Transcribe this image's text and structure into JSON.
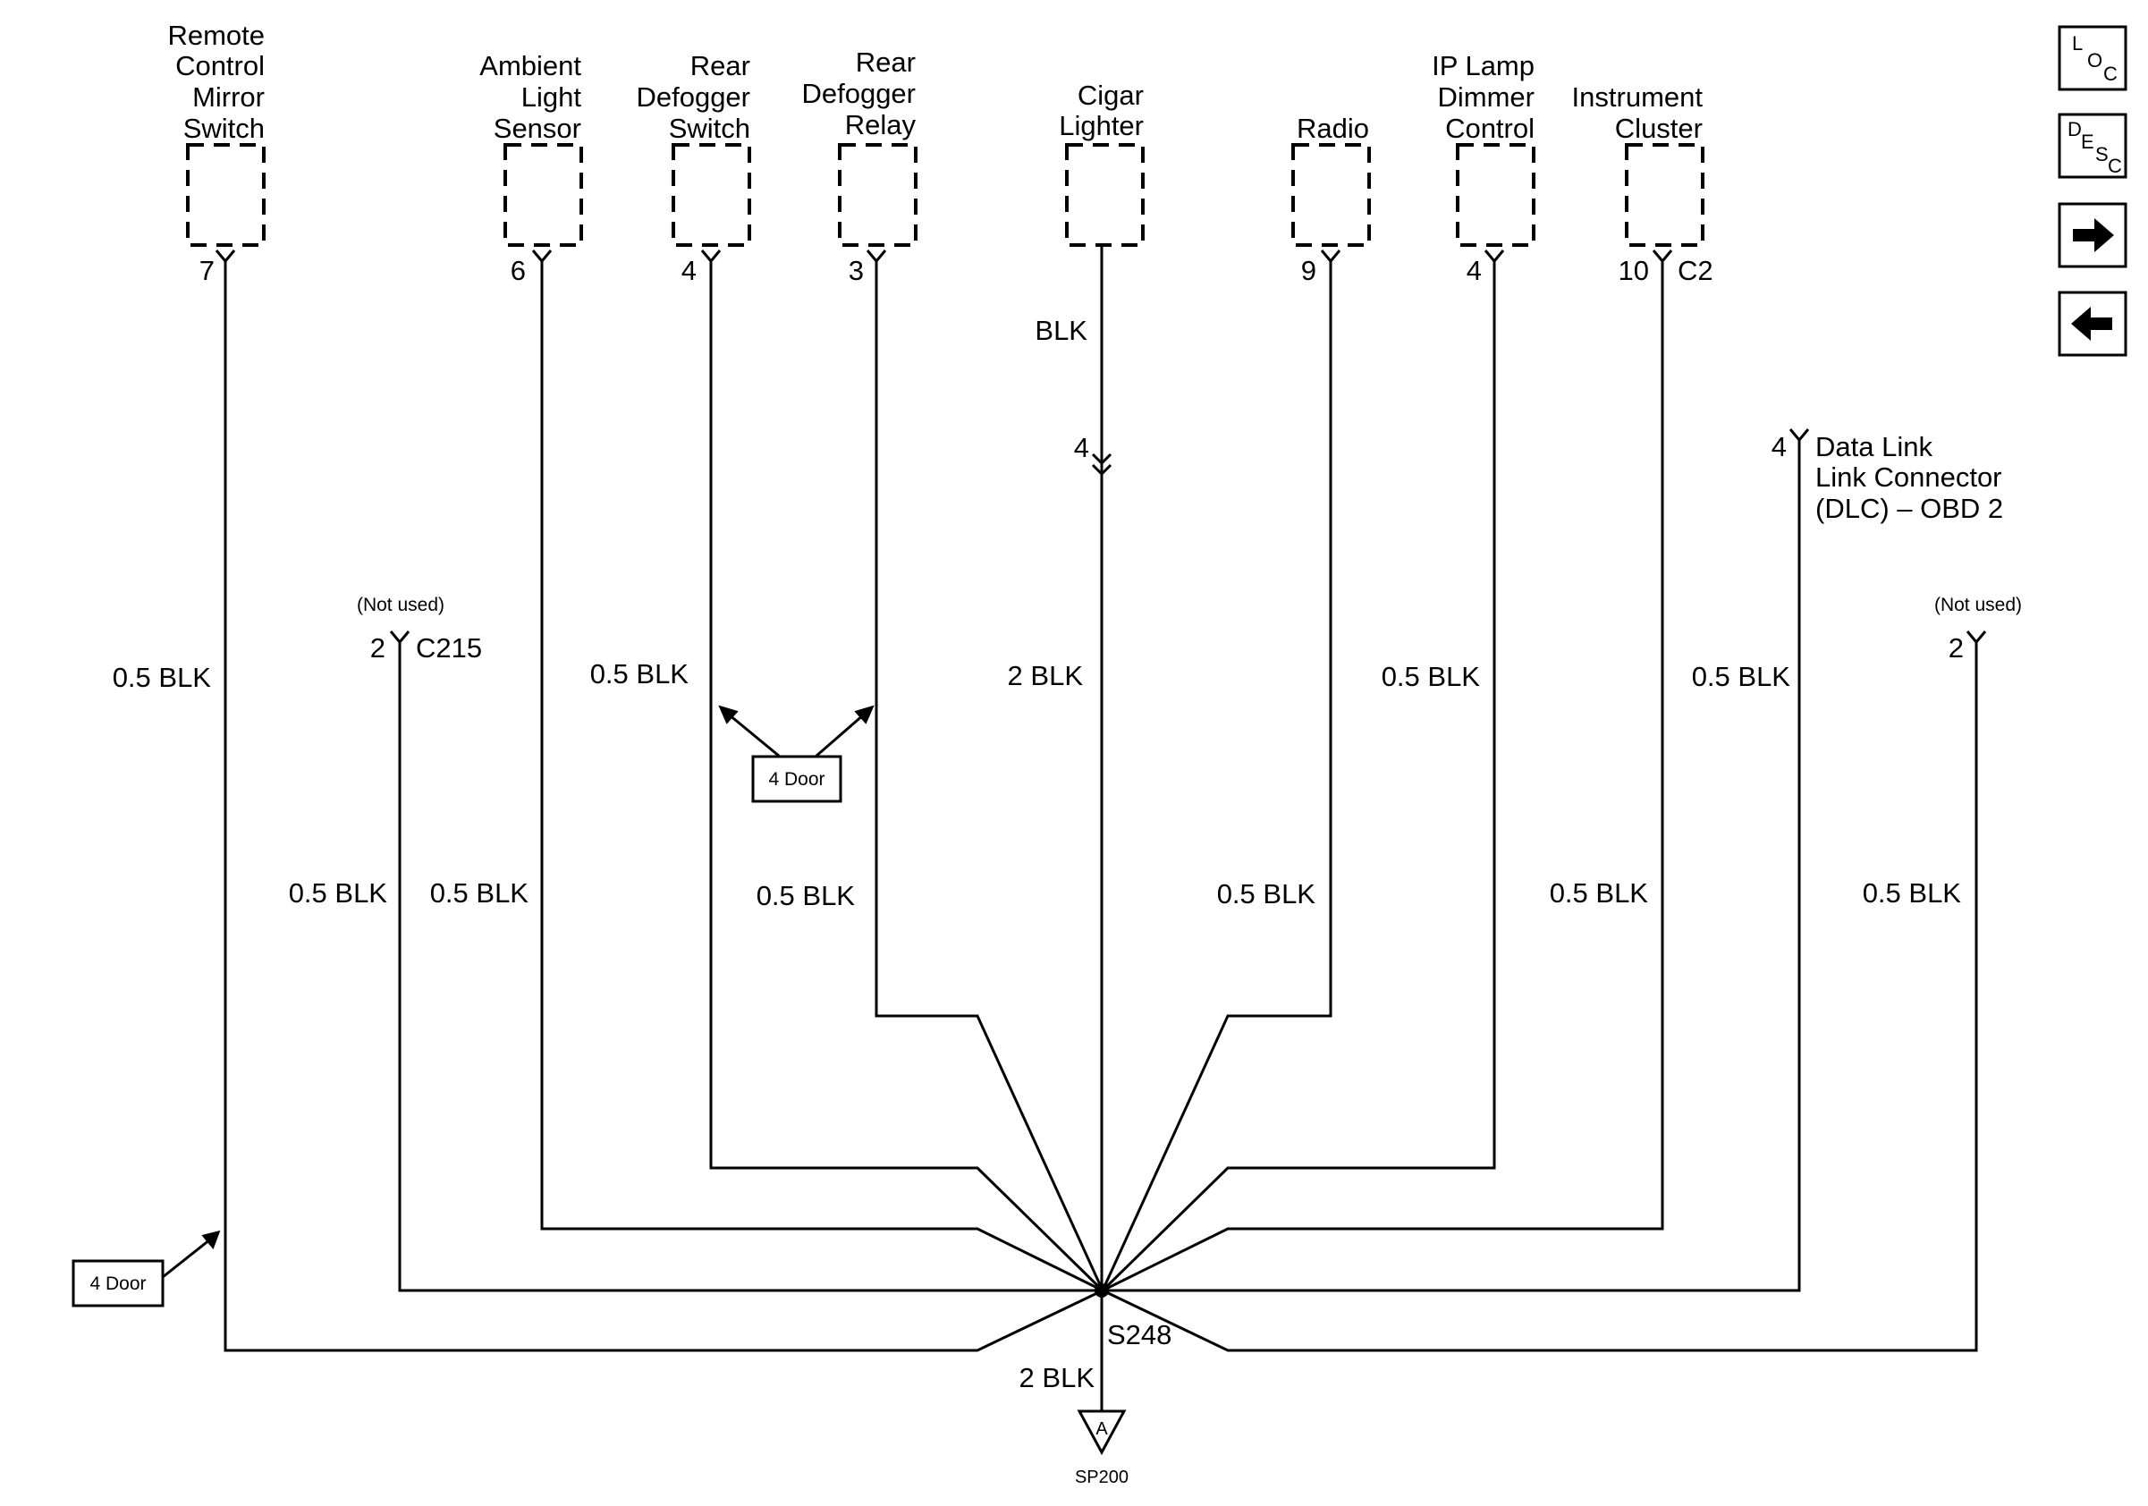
{
  "components": {
    "remote_mirror": [
      "Remote",
      "Control",
      "Mirror",
      "Switch"
    ],
    "ambient_light": [
      "Ambient",
      "Light",
      "Sensor"
    ],
    "rear_defog_switch": [
      "Rear",
      "Defogger",
      "Switch"
    ],
    "rear_defog_relay": [
      "Rear",
      "Defogger",
      "Relay"
    ],
    "cigar_lighter": [
      "Cigar",
      "Lighter"
    ],
    "radio": [
      "Radio"
    ],
    "ip_lamp": [
      "IP Lamp",
      "Dimmer",
      "Control"
    ],
    "instrument_cluster": [
      "Instrument",
      "Cluster"
    ],
    "dlc": [
      "Data Link",
      "Link Connector",
      "(DLC) – OBD 2"
    ]
  },
  "pins": {
    "remote_mirror": "7",
    "ambient_light": "6",
    "rear_defog_switch": "4",
    "rear_defog_relay": "3",
    "cigar_lighter_inline": "4",
    "radio": "9",
    "ip_lamp": "4",
    "instrument_cluster": "10",
    "c215": "2",
    "dlc": "4",
    "right_unused": "2"
  },
  "connectors": {
    "instrument_cluster": "C2",
    "c215": "C215"
  },
  "not_used": "(Not used)",
  "wires": {
    "remote_mirror": "0.5 BLK",
    "c215": "0.5 BLK",
    "ambient_light": "0.5 BLK",
    "rear_defog_upper": "0.5 BLK",
    "rear_defog_lower": "0.5 BLK",
    "cigar_upper": "BLK",
    "cigar_lower": "2 BLK",
    "radio": "0.5 BLK",
    "ip_lamp": "0.5 BLK",
    "instrument_cluster": "0.5 BLK",
    "dlc": "0.5 BLK",
    "right_unused": "0.5 BLK",
    "ground": "2 BLK"
  },
  "splice": "S248",
  "ground_letter": "A",
  "ground_id": "SP200",
  "option_box": "4 Door",
  "nav": {
    "loc": [
      "L",
      "O",
      "C"
    ],
    "desc": [
      "D",
      "E",
      "S",
      "C"
    ]
  }
}
